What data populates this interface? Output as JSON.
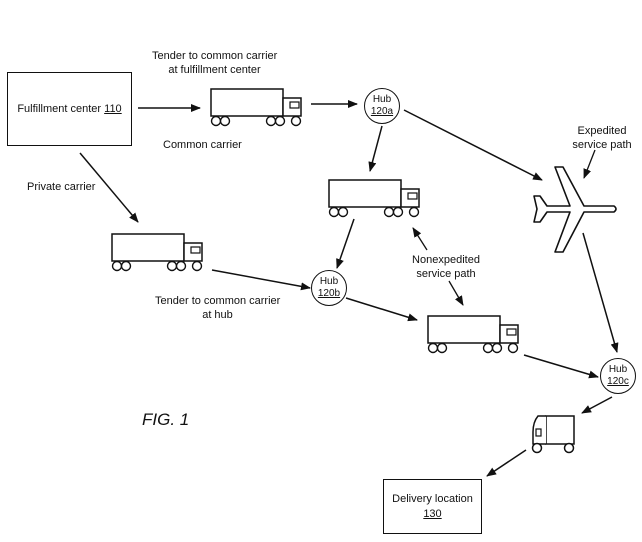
{
  "figure_label": "FIG. 1",
  "nodes": {
    "fulfillment_center": {
      "label": "Fulfillment center",
      "ref": "110"
    },
    "delivery_location": {
      "label": "Delivery location",
      "ref": "130"
    },
    "hub_a": {
      "label": "Hub",
      "ref": "120a"
    },
    "hub_b": {
      "label": "Hub",
      "ref": "120b"
    },
    "hub_c": {
      "label": "Hub",
      "ref": "120c"
    }
  },
  "labels": {
    "tender_fc_line1": "Tender to common carrier",
    "tender_fc_line2": "at fulfillment center",
    "common_carrier": "Common carrier",
    "private_carrier": "Private carrier",
    "tender_hub_line1": "Tender to common carrier",
    "tender_hub_line2": "at hub",
    "expedited_line1": "Expedited",
    "expedited_line2": "service path",
    "nonexpedited_line1": "Nonexpedited",
    "nonexpedited_line2": "service path"
  },
  "icons": [
    "truck-icon",
    "airplane-icon",
    "delivery-van-icon"
  ]
}
